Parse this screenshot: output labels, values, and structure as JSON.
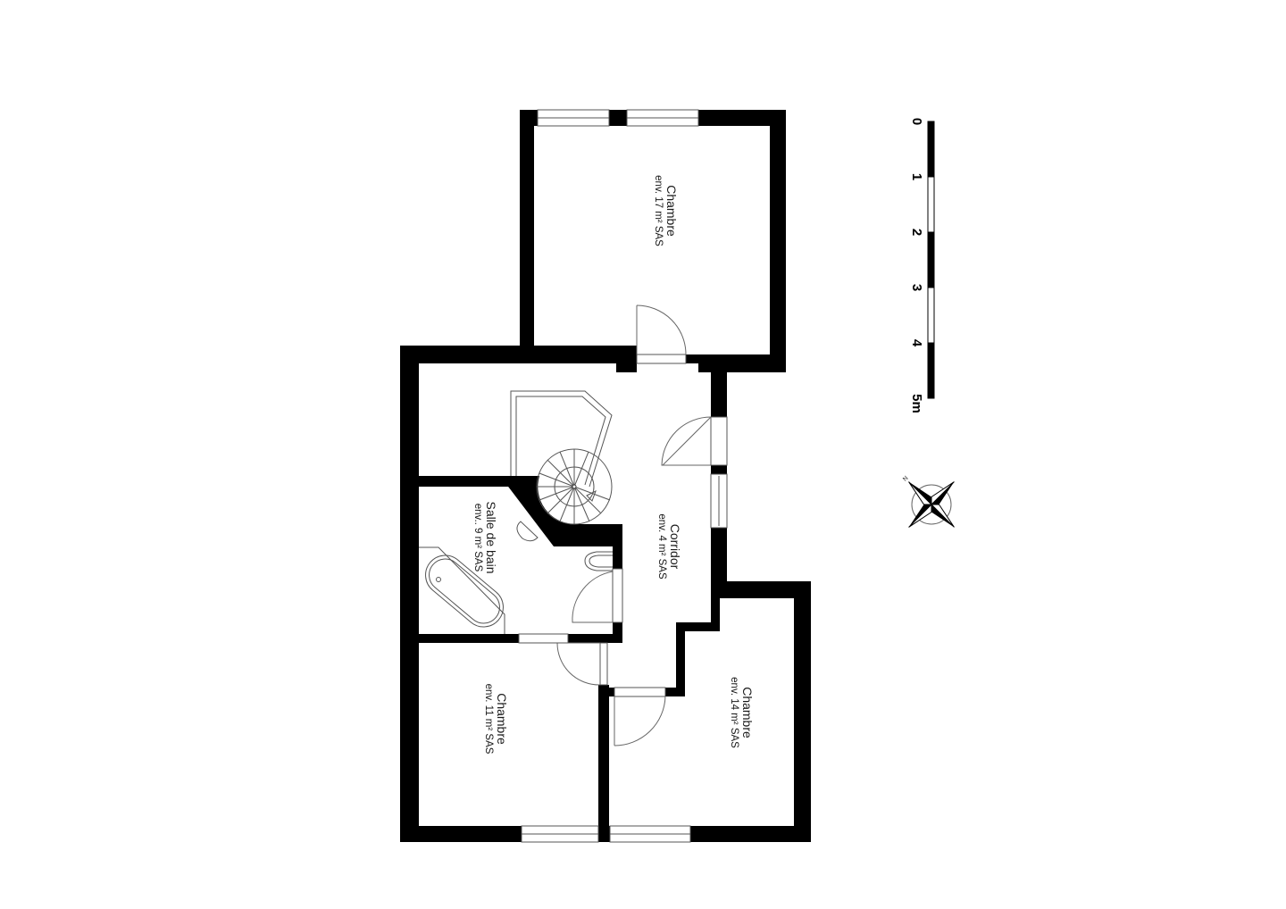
{
  "plan": {
    "rooms": [
      {
        "name": "Chambre",
        "area": "env. 17 m² SAS"
      },
      {
        "name": "Corridor",
        "area": "env. 4 m² SAS"
      },
      {
        "name": "Salle de bain",
        "area": "env.. 9 m² SAS"
      },
      {
        "name": "Chambre",
        "area": "env. 11 m² SAS"
      },
      {
        "name": "Chambre",
        "area": "env. 14 m² SAS"
      }
    ]
  },
  "scale_bar": {
    "ticks": [
      "0",
      "1",
      "2",
      "3",
      "4",
      "5m"
    ],
    "unit": "m"
  },
  "compass": {
    "north_label": "N",
    "icon": "compass-rose-icon"
  },
  "colors": {
    "wall": "#000000",
    "background": "#ffffff",
    "fixture_line": "#555555"
  }
}
